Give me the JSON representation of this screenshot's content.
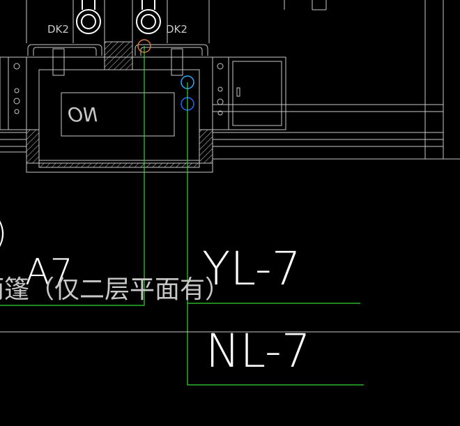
{
  "labels": {
    "tag_left": "DK2",
    "tag_right": "DK2",
    "mirrored_text": "NO",
    "label_a7": "A7",
    "label_note": "雨篷（仅二层平面有）",
    "label_paren": ")",
    "label_yl": "YL-7",
    "label_nl": "NL-7"
  },
  "colors": {
    "background": "#000000",
    "linework": "#c8c8c8",
    "leader": "#33d633",
    "pipe_cyan": "#2aa8ff",
    "pipe_blue": "#1f6bff",
    "pipe_orange": "#d87b3a",
    "text": "#ffffff"
  }
}
